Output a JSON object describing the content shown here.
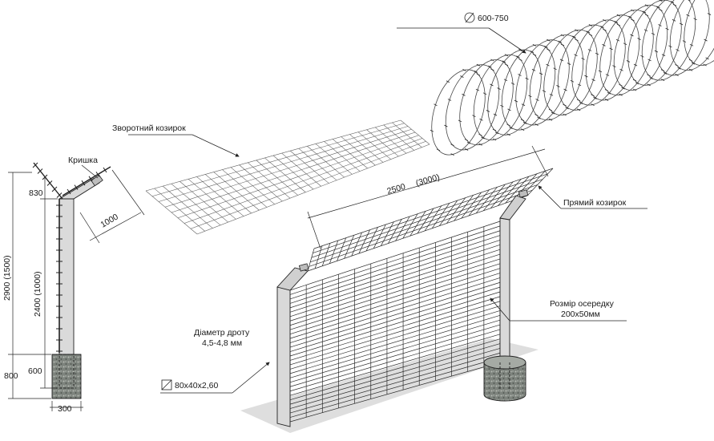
{
  "labels": {
    "razor_diameter": "600-750",
    "reverse_visor": "Зворотний козирок",
    "cap": "Кришка",
    "straight_visor": "Прямий козирок",
    "cell_size_line1": "Розмір осередку",
    "cell_size_line2": "200x50мм",
    "wire_diameter_line1": "Діаметр дроту",
    "wire_diameter_line2": "4,5-4,8 мм",
    "post_profile": "80x40x2,60"
  },
  "dimensions": {
    "visor_arm": "830",
    "total_height": "2900 (1500)",
    "post_above_ground": "2400 (1000)",
    "visor_length": "1000",
    "foundation_depth": "800",
    "post_embed": "600",
    "foundation_width": "300",
    "panel_length": "2500",
    "panel_length_alt": "(3000)"
  },
  "colors": {
    "line": "#222222",
    "post_fill": "#d9d9d9",
    "ground_fill": "#dcdcdc",
    "concrete": "#8a8f8a"
  }
}
